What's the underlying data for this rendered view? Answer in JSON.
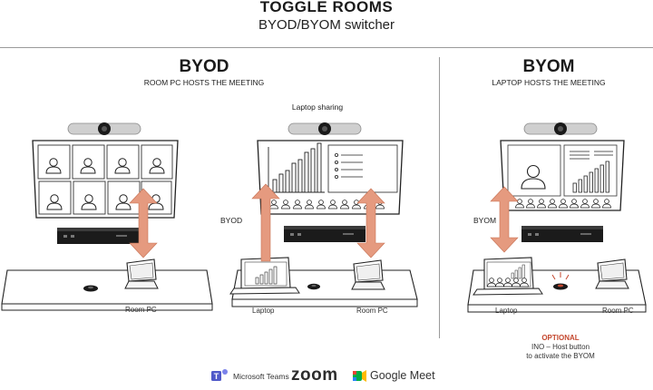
{
  "header": {
    "title": "TOGGLE ROOMS",
    "subtitle": "BYOD/BYOM switcher"
  },
  "byod": {
    "title": "BYOD",
    "subtitle": "ROOM PC HOSTS THE MEETING",
    "room_pc_label_left": "Room PC",
    "laptop_sharing_label": "Laptop sharing",
    "byod_side_label": "BYOD",
    "laptop_label": "Laptop",
    "room_pc_label_right": "Room PC"
  },
  "byom": {
    "title": "BYOM",
    "subtitle": "LAPTOP HOSTS THE MEETING",
    "byom_side_label": "BYOM",
    "laptop_label": "Laptop",
    "room_pc_label": "Room PC",
    "optional_title": "OPTIONAL",
    "optional_line1": "INO – Host button",
    "optional_line2": "to activate the BYOM"
  },
  "footer": {
    "teams": "Microsoft Teams",
    "zoom": "zoom",
    "gmeet": "Google Meet"
  },
  "colors": {
    "arrow": "#e59a7f",
    "arrow_stroke": "#c97456",
    "host_button": "#c4472e"
  },
  "icons": [
    "camera-bar-icon",
    "person-icon",
    "bar-chart-icon",
    "switcher-box-icon",
    "touch-panel-icon",
    "laptop-icon",
    "table-mic-icon",
    "teams-logo-icon",
    "zoom-logo",
    "google-meet-logo-icon"
  ]
}
